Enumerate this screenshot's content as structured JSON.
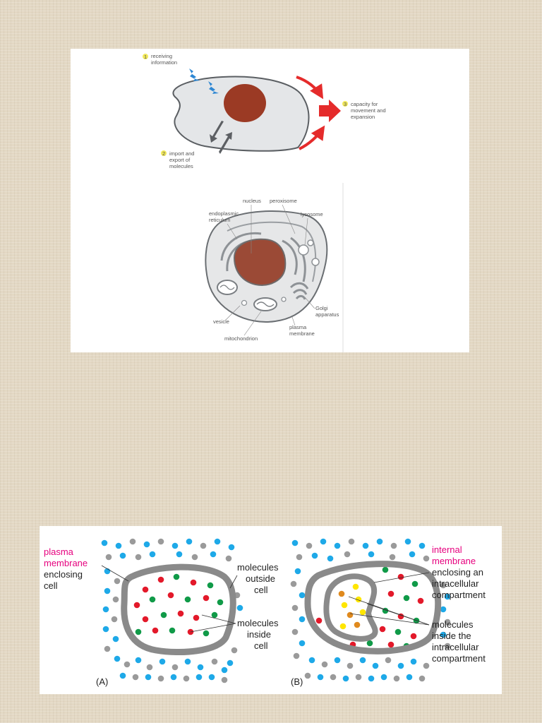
{
  "top_figure": {
    "labels": {
      "num1": "1",
      "receiving": [
        "receiving",
        "information"
      ],
      "num2": "2",
      "import": [
        "import and",
        "export of",
        "molecules"
      ],
      "num3": "3",
      "capacity": [
        "capacity for",
        "movement and",
        "expansion"
      ]
    }
  },
  "organelle_figure": {
    "labels": {
      "nucleus": "nucleus",
      "peroxisome": "peroxisome",
      "er": [
        "endoplasmic",
        "reticulum"
      ],
      "lysosome": "lysosome",
      "golgi": [
        "Golgi",
        "apparatus"
      ],
      "vesicle": "vesicle",
      "plasma": [
        "plasma",
        "membrane"
      ],
      "mito": "mitochondrion"
    }
  },
  "membrane_figure": {
    "colors": {
      "outside": "#1ea9e8",
      "gray": "#9a9a9a",
      "inside_red": "#e3192a",
      "inside_green": "#109a48",
      "compartment_yellow": "#ffe600",
      "compartment_orange": "#e08a1e",
      "label_pink": "#e6007e"
    },
    "panel_a": {
      "plasma": [
        "plasma",
        "membrane"
      ],
      "enclosing": [
        "enclosing",
        "cell"
      ],
      "outside": [
        "molecules",
        "outside",
        "cell"
      ],
      "inside": [
        "molecules",
        "inside",
        "cell"
      ],
      "tag": "(A)"
    },
    "panel_b": {
      "internal": [
        "internal",
        "membrane"
      ],
      "enclosing": [
        "enclosing an",
        "intracellular",
        "compartment"
      ],
      "inside": [
        "molecules",
        "inside the",
        "intracellular",
        "compartment"
      ],
      "tag": "(B)"
    }
  }
}
